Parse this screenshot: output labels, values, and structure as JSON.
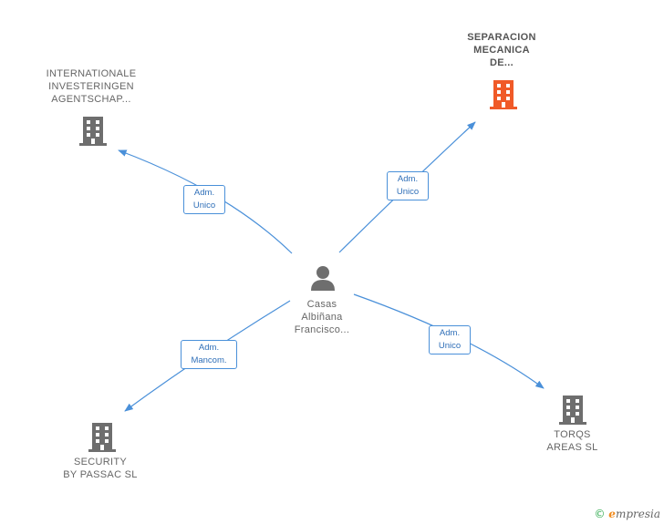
{
  "nodes": {
    "internationale": {
      "lines": [
        "INTERNATIONALE",
        "INVESTERINGEN",
        "AGENTSCHAP..."
      ]
    },
    "separacion": {
      "lines": [
        "SEPARACION",
        "MECANICA",
        "DE..."
      ]
    },
    "casas": {
      "lines": [
        "Casas",
        "Albiñana",
        "Francisco..."
      ]
    },
    "security": {
      "lines": [
        "SECURITY",
        "BY PASSAC  SL"
      ]
    },
    "torqs": {
      "lines": [
        "TORQS",
        "AREAS  SL"
      ]
    }
  },
  "edges": {
    "e1": {
      "lines": [
        "Adm.",
        "Unico"
      ]
    },
    "e2": {
      "lines": [
        "Adm.",
        "Unico"
      ]
    },
    "e3": {
      "lines": [
        "Adm.",
        "Mancom."
      ]
    },
    "e4": {
      "lines": [
        "Adm.",
        "Unico"
      ]
    }
  },
  "colors": {
    "edge": "#4a90d9",
    "building": "#6e6e6e",
    "highlight": "#f05a28"
  },
  "brand": {
    "symbol": "©",
    "initial": "e",
    "rest": "mpresia"
  }
}
